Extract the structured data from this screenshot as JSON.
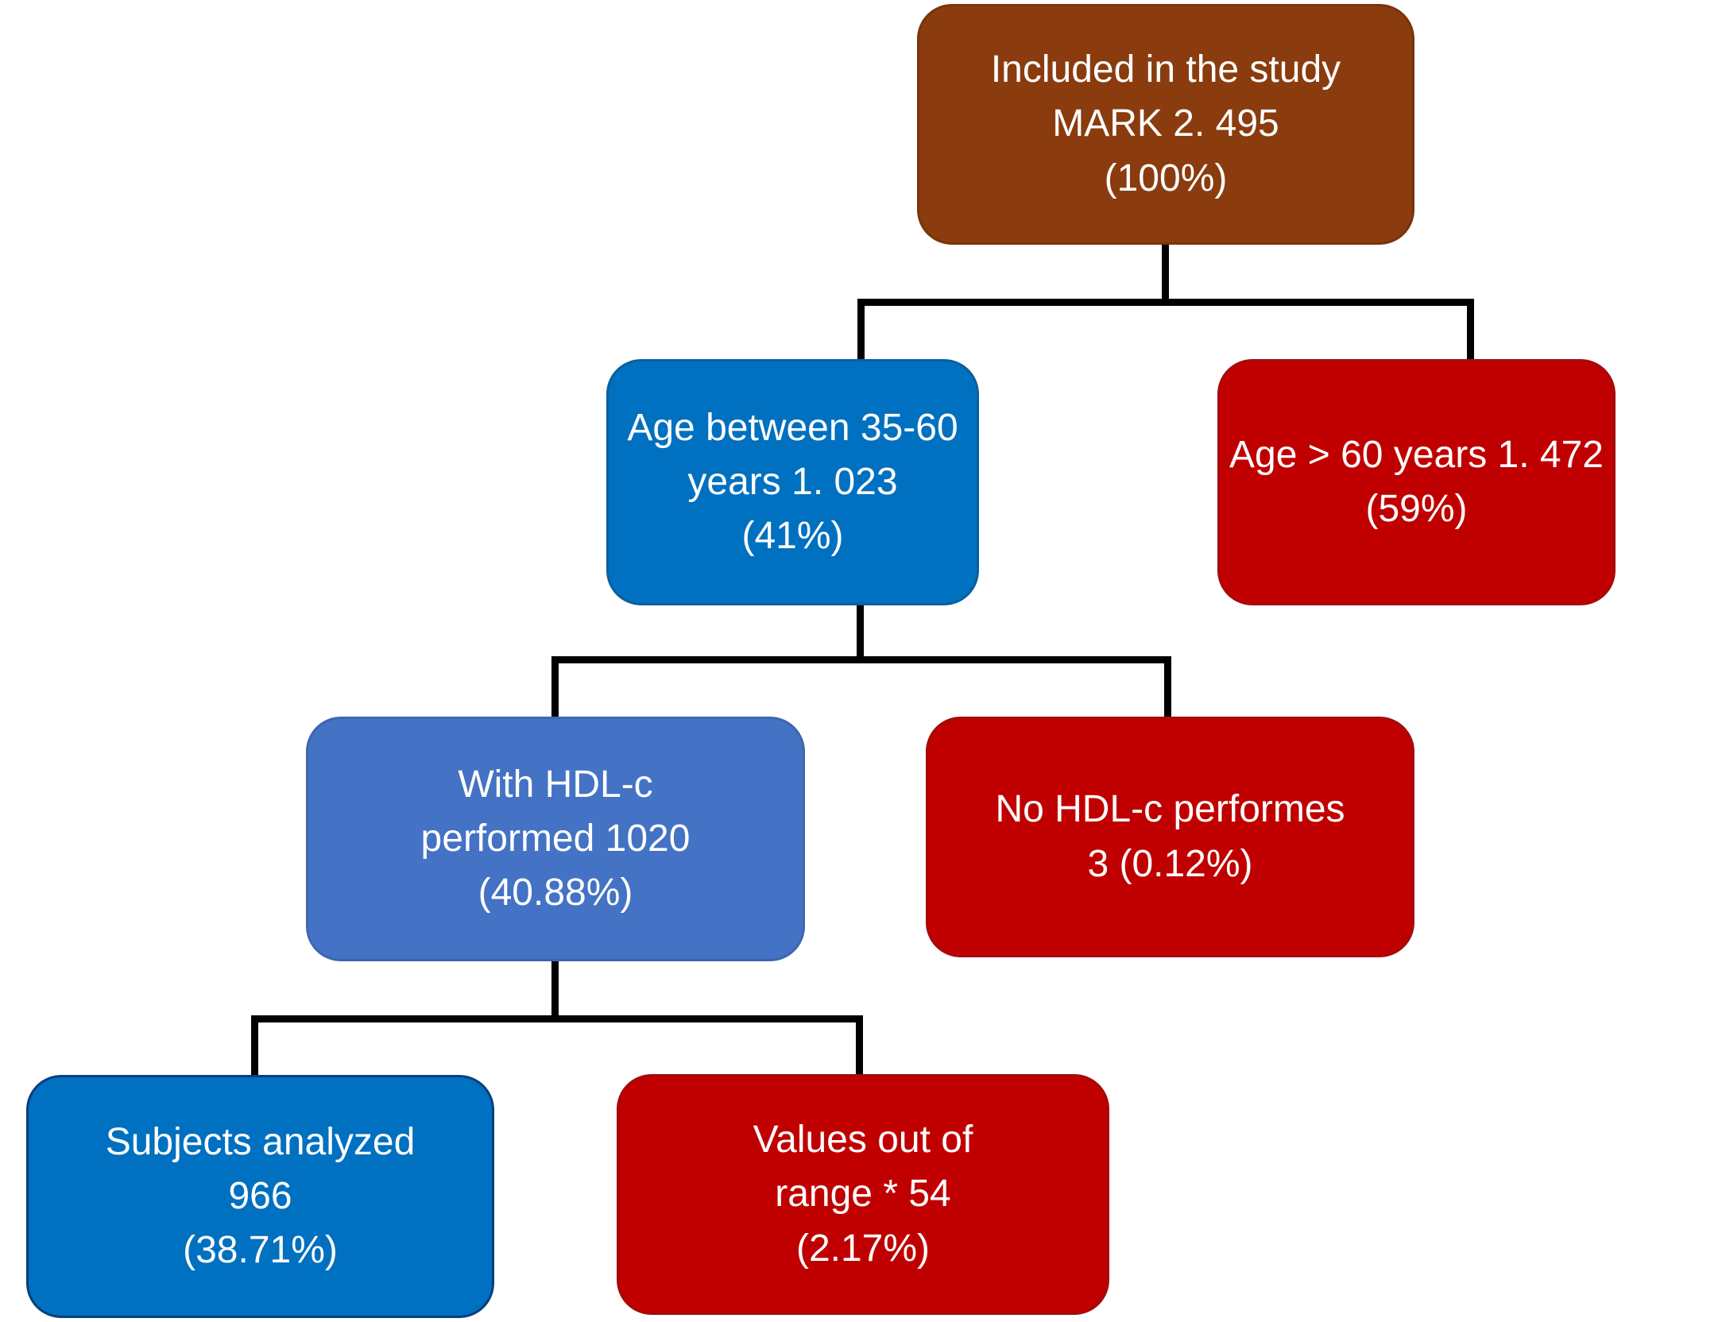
{
  "diagram": {
    "type": "flowchart",
    "background_color": "#ffffff",
    "connector_color": "#000000",
    "text_color": "#ffffff",
    "nodes": [
      {
        "id": "included-in-study",
        "lines": [
          "Included in the study",
          "MARK 2. 495",
          "(100%)"
        ],
        "fill": "#8a3c0e",
        "border": "#7b3309"
      },
      {
        "id": "age-35-60",
        "lines": [
          "Age between 35-60",
          "years 1. 023",
          "(41%)"
        ],
        "fill": "#0070c0",
        "border": "#0a5fa0"
      },
      {
        "id": "age-over-60",
        "lines": [
          "Age > 60 years 1. 472",
          "(59%)"
        ],
        "fill": "#c00000",
        "border": "#a50a0a"
      },
      {
        "id": "with-hdlc-performed",
        "lines": [
          "With HDL-c",
          "performed 1020",
          "(40.88%)"
        ],
        "fill": "#4472c4",
        "border": "#3d66b0"
      },
      {
        "id": "no-hdlc-performed",
        "lines": [
          "No HDL-c performes",
          "3 (0.12%)"
        ],
        "fill": "#c00000",
        "border": "#a50a0a"
      },
      {
        "id": "subjects-analyzed",
        "lines": [
          "Subjects analyzed",
          "966",
          "(38.71%)"
        ],
        "fill": "#0070c0",
        "border": "#0a3f7a"
      },
      {
        "id": "values-out-of-range",
        "lines": [
          "Values out of",
          "range * 54",
          "(2.17%)"
        ],
        "fill": "#c00000",
        "border": "#a50a0a"
      }
    ]
  }
}
